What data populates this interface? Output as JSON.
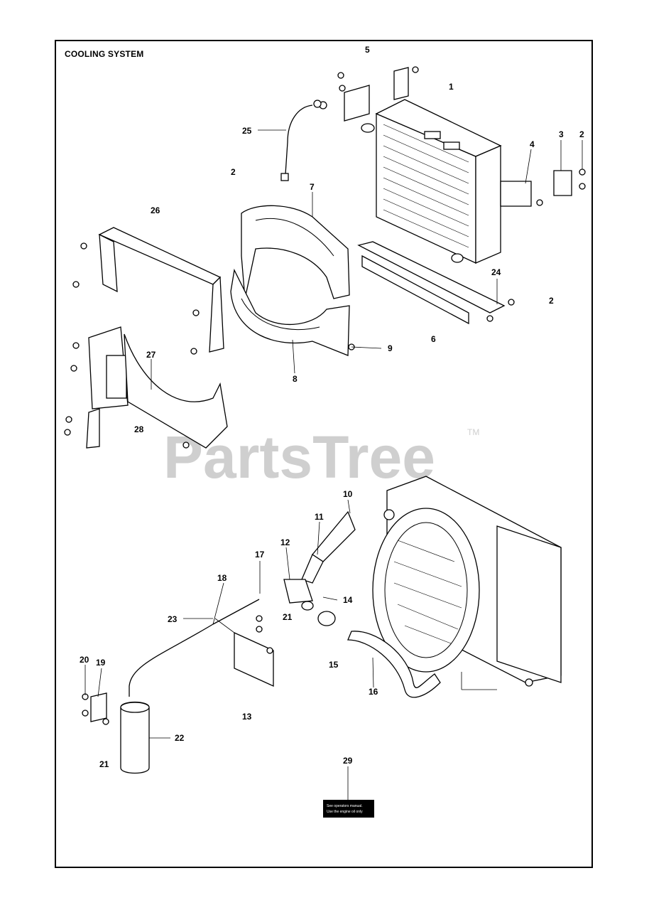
{
  "title": "COOLING SYSTEM",
  "watermark": {
    "text": "PartsTree",
    "mark": "TM"
  },
  "callouts": {
    "c1": "1",
    "c2a": "2",
    "c2b": "2",
    "c2c": "2",
    "c3": "3",
    "c4": "4",
    "c5": "5",
    "c6": "6",
    "c7": "7",
    "c8": "8",
    "c9": "9",
    "c10": "10",
    "c11": "11",
    "c12": "12",
    "c13": "13",
    "c14": "14",
    "c15": "15",
    "c16": "16",
    "c17": "17",
    "c18": "18",
    "c19": "19",
    "c20": "20",
    "c21a": "21",
    "c21b": "21",
    "c22": "22",
    "c23": "23",
    "c24": "24",
    "c25": "25",
    "c26": "26",
    "c27": "27",
    "c28": "28",
    "c29": "29"
  },
  "decal": {
    "line1": "See operators manual.",
    "line2": "Use the engine oil only"
  }
}
